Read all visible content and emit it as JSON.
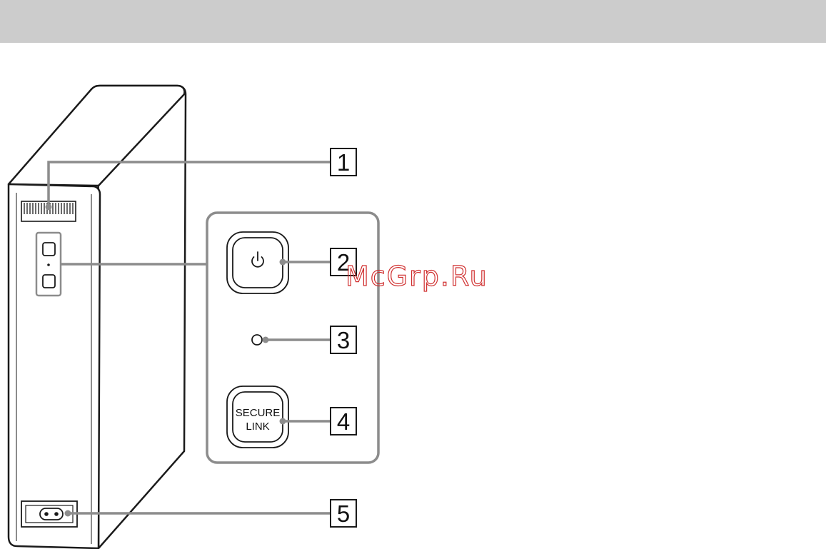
{
  "callouts": [
    "1",
    "2",
    "3",
    "4",
    "5"
  ],
  "secure_link_button": {
    "line1": "SECURE",
    "line2": "LINK"
  },
  "watermark": "McGrp.Ru",
  "colors": {
    "header_bar": "#cccccc",
    "leader_line": "#8c8c8c",
    "outline": "#1a1a1a"
  },
  "icons": {
    "power_button": "power-icon",
    "status_indicator": "led-indicator-icon",
    "power_socket": "power-inlet-icon"
  }
}
